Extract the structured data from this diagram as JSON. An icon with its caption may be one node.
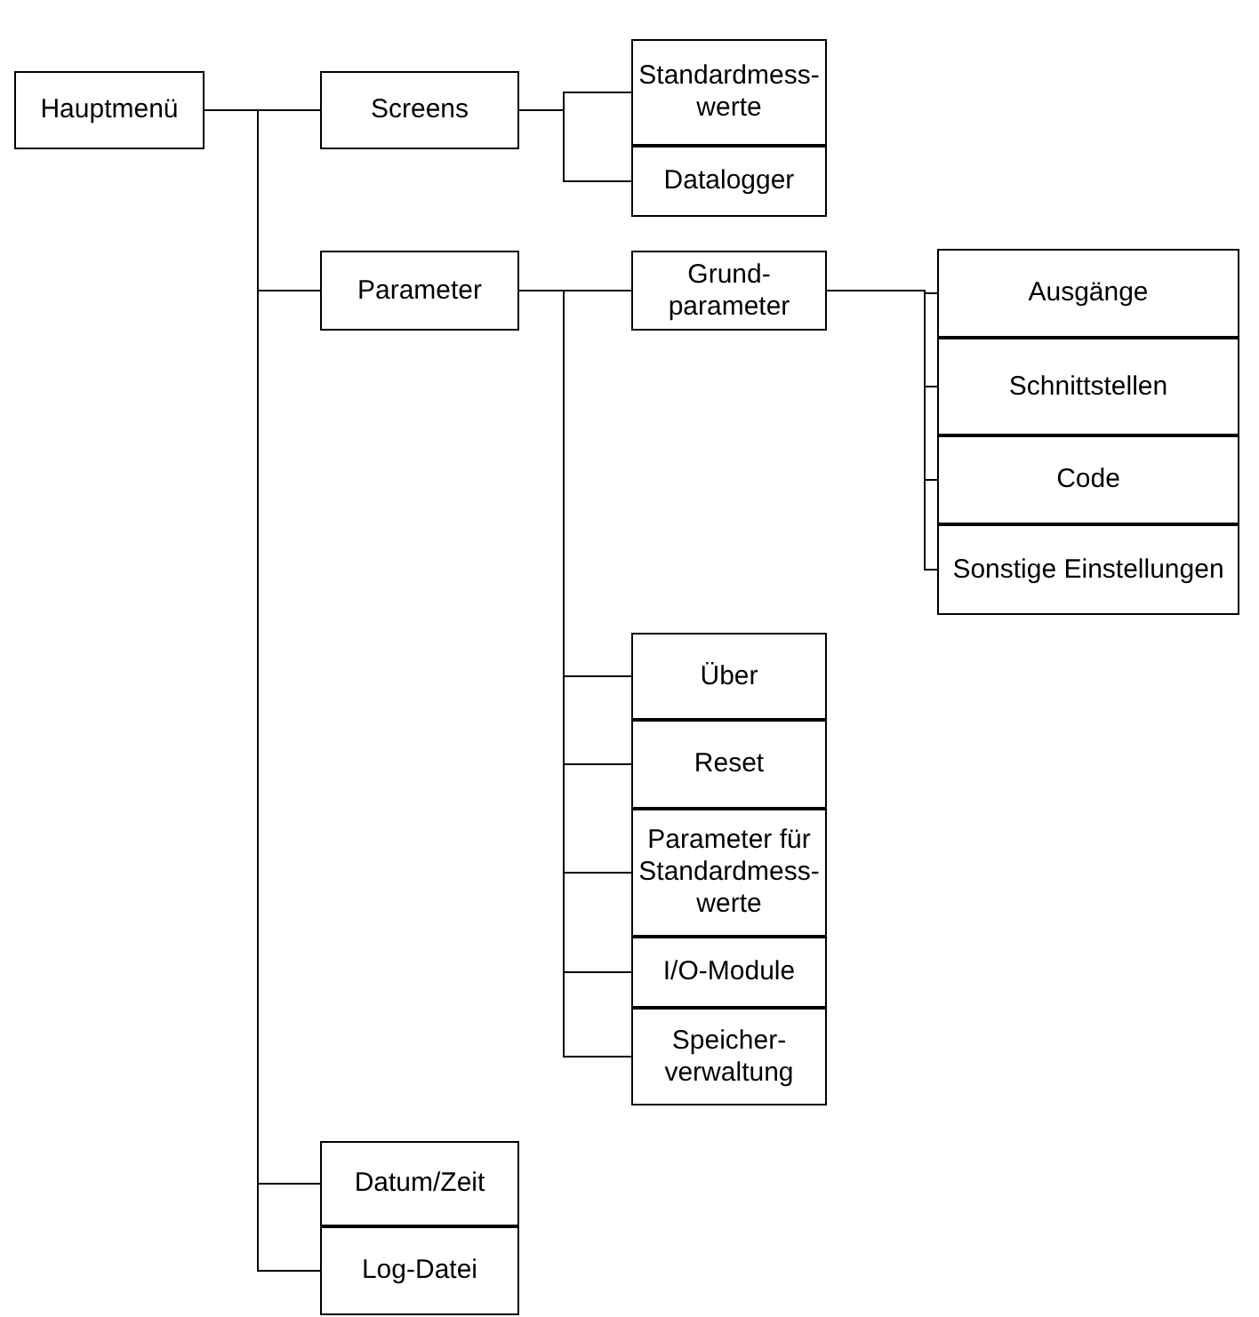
{
  "diagram": {
    "nodes": [
      {
        "text": [
          "Hauptmenü"
        ]
      },
      {
        "text": [
          "Screens"
        ]
      },
      {
        "text": [
          "Standardmess-werte"
        ]
      },
      {
        "text": [
          "Datalogger"
        ]
      },
      {
        "text": [
          "Parameter"
        ]
      },
      {
        "text": [
          "Grund-parameter"
        ]
      },
      {
        "text": [
          "Ausgänge"
        ]
      },
      {
        "text": [
          "Schnittstellen"
        ]
      },
      {
        "text": [
          "Code"
        ]
      },
      {
        "text": [
          "Sonstige Einstellungen"
        ]
      },
      {
        "text": [
          "Über"
        ]
      },
      {
        "text": [
          "Reset"
        ]
      },
      {
        "text": [
          "Parameter für Standardmess-werte"
        ]
      },
      {
        "text": [
          "I/O-Module"
        ]
      },
      {
        "text": [
          "Speicher-verwaltung"
        ]
      },
      {
        "text": [
          "Datum/Zeit"
        ]
      },
      {
        "text": [
          "Log-Datei"
        ]
      }
    ],
    "edges": [
      {
        "from": 0,
        "to": 1,
        "arrow": "none"
      },
      {
        "from": 0,
        "to": 4,
        "arrow": "none"
      },
      {
        "from": 0,
        "to": 15,
        "arrow": "none"
      },
      {
        "from": 0,
        "to": 16,
        "arrow": "none"
      },
      {
        "from": 1,
        "to": 2,
        "arrow": "none"
      },
      {
        "from": 1,
        "to": 3,
        "arrow": "none"
      },
      {
        "from": 4,
        "to": 5,
        "arrow": "none"
      },
      {
        "from": 4,
        "to": 10,
        "arrow": "none"
      },
      {
        "from": 4,
        "to": 11,
        "arrow": "none"
      },
      {
        "from": 4,
        "to": 12,
        "arrow": "none"
      },
      {
        "from": 4,
        "to": 13,
        "arrow": "none"
      },
      {
        "from": 4,
        "to": 14,
        "arrow": "none"
      },
      {
        "from": 5,
        "to": 6,
        "arrow": "none"
      },
      {
        "from": 5,
        "to": 7,
        "arrow": "none"
      },
      {
        "from": 5,
        "to": 8,
        "arrow": "none"
      },
      {
        "from": 5,
        "to": 9,
        "arrow": "none"
      }
    ]
  }
}
